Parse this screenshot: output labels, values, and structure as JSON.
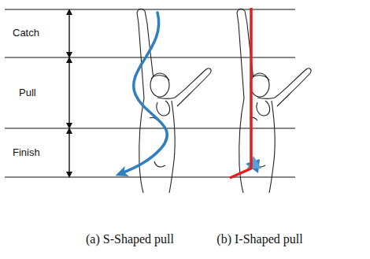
{
  "diagram": {
    "labels": [
      "Catch",
      "Pull",
      "Finish",
      "(a) S-Shaped pull",
      "(b) I-Shaped pull"
    ]
  }
}
